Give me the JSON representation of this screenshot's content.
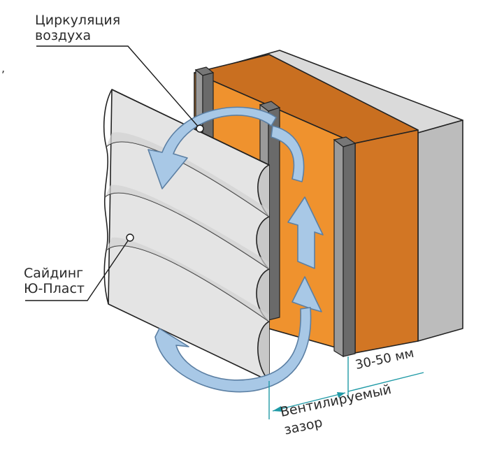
{
  "labels": {
    "air_line1": "Циркуляция",
    "air_line2": "воздуха",
    "siding_line1": "Сайдинг",
    "siding_line2": "Ю-Пласт",
    "dimension": "30-50 мм",
    "gap_line1": "Вентилируемый",
    "gap_line2": "зазор",
    "stray_mark": ","
  },
  "colors": {
    "insulation_front": "#f0922f",
    "insulation_top": "#c96f20",
    "wall_front": "#bdbdbd",
    "wall_top": "#d9d9d9",
    "siding": "#e3e3e3",
    "siding_shadow": "#c9c9c9",
    "rail": "#8c8c8c",
    "rail_dark": "#5c5c5c",
    "arrow_fill": "#a8c8e6",
    "arrow_stroke": "#5b7fa3",
    "dimension_line": "#1f9aa6"
  }
}
